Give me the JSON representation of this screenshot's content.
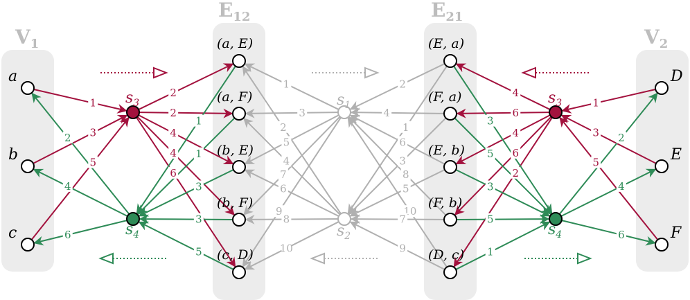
{
  "colors": {
    "red": "#a3123e",
    "green": "#2e8b57",
    "gray": "#b0b0b0",
    "panel": "#ececec",
    "grouplabel": "#bdbdbd"
  },
  "groups": {
    "V1": {
      "main": "V",
      "sub": "1"
    },
    "E12": {
      "main": "E",
      "sub": "12"
    },
    "E21": {
      "main": "E",
      "sub": "21"
    },
    "V2": {
      "main": "V",
      "sub": "2"
    }
  },
  "nodes": {
    "left_vertices": [
      "a",
      "b",
      "c"
    ],
    "left_pairs": [
      "(a, E)",
      "(a, F)",
      "(b, E)",
      "(b, F)",
      "(c, D)"
    ],
    "right_pairs": [
      "(E, a)",
      "(F, a)",
      "(E, b)",
      "(F, b)",
      "(D, c)"
    ],
    "right_vertices": [
      "D",
      "E",
      "F"
    ]
  },
  "specials": {
    "s3_left": {
      "main": "s",
      "sub": "3"
    },
    "s4_left": {
      "main": "s",
      "sub": "4"
    },
    "s1": {
      "main": "s",
      "sub": "1"
    },
    "s2": {
      "main": "s",
      "sub": "2"
    },
    "s3_right": {
      "main": "s",
      "sub": "3"
    },
    "s4_right": {
      "main": "s",
      "sub": "4"
    }
  },
  "edges": {
    "v1_to_s3": [
      "1",
      "3",
      "5"
    ],
    "s4_to_v1": [
      "2",
      "4",
      "6"
    ],
    "s3_to_e12": [
      "2",
      "2",
      "4",
      "4",
      "6"
    ],
    "e12_to_s4": [
      "1",
      "1",
      "3",
      "3",
      "5"
    ],
    "e12_s1_s2": [
      "1",
      "3",
      "5",
      "7",
      "9",
      "2",
      "4",
      "6",
      "8",
      "10"
    ],
    "s1_s2_e21": [
      "2",
      "4",
      "6",
      "8",
      "10",
      "1",
      "3",
      "5",
      "7",
      "9"
    ],
    "s3_to_e21": [
      "4",
      "6",
      "4",
      "6",
      "2"
    ],
    "e21_to_s4": [
      "3",
      "5",
      "3",
      "5",
      "1"
    ],
    "v2_to_s3": [
      "1",
      "3",
      "5"
    ],
    "s4_to_v2": [
      "2",
      "4",
      "6"
    ]
  }
}
